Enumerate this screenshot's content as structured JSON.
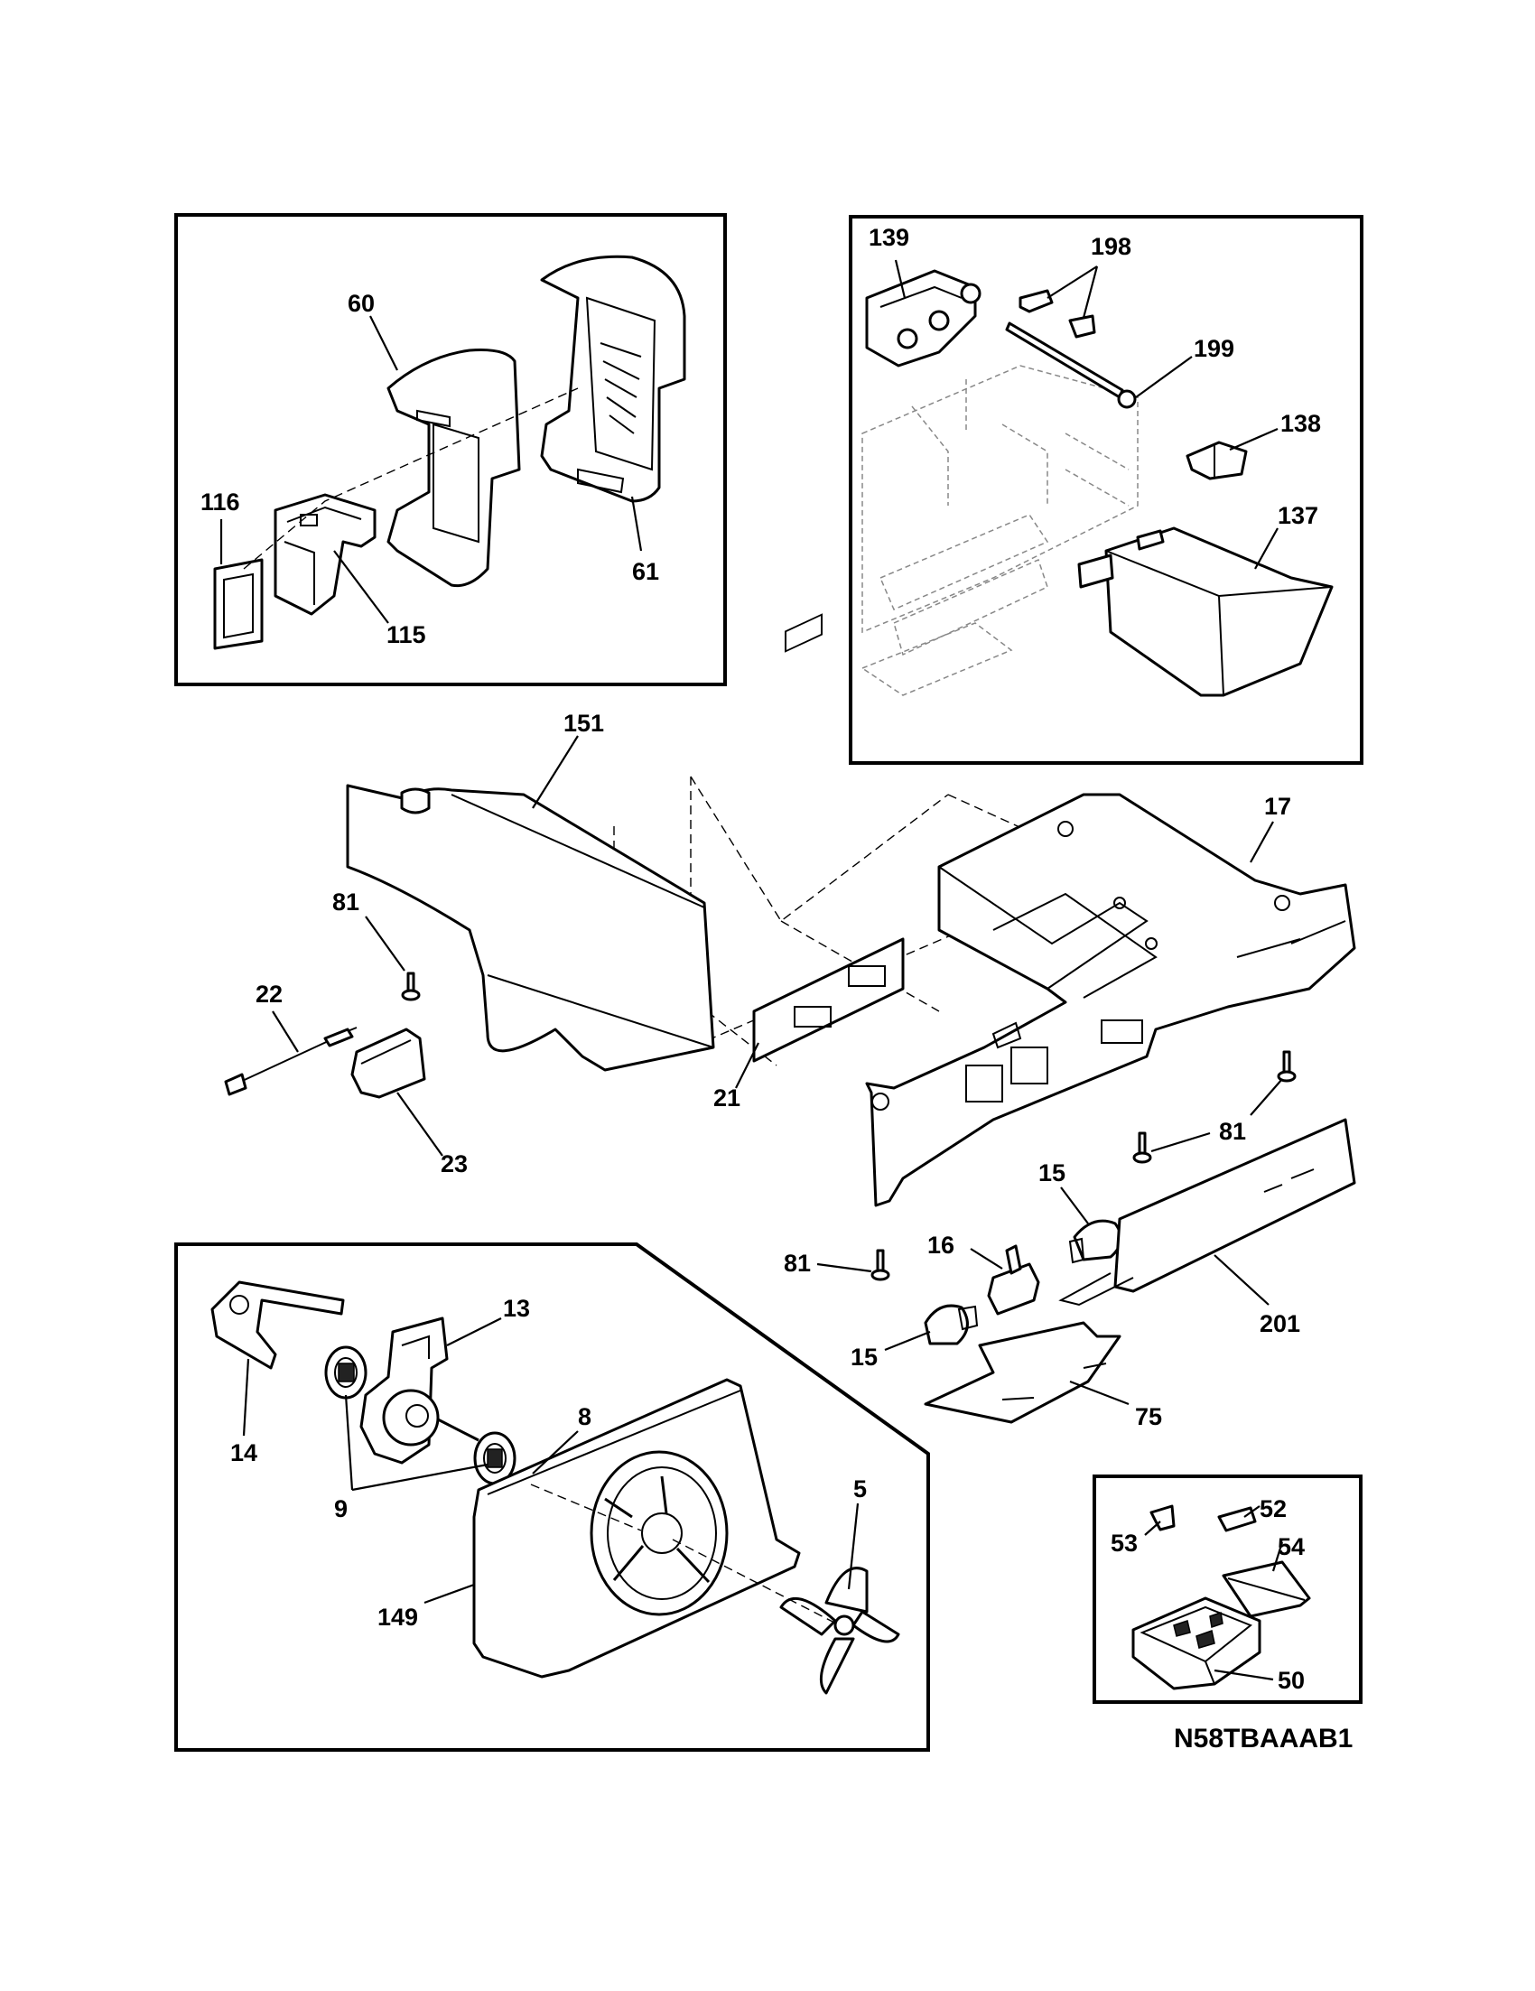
{
  "model_code": "N58TBAAAB1",
  "callouts": {
    "c60": "60",
    "c61": "61",
    "c115": "115",
    "c116": "116",
    "c139": "139",
    "c198": "198",
    "c199": "199",
    "c138": "138",
    "c137": "137",
    "c151": "151",
    "c17": "17",
    "c81a": "81",
    "c81b": "81",
    "c81c": "81",
    "c22": "22",
    "c23": "23",
    "c21": "21",
    "c15a": "15",
    "c15b": "15",
    "c16": "16",
    "c201": "201",
    "c75": "75",
    "c13": "13",
    "c14": "14",
    "c9": "9",
    "c8": "8",
    "c5": "5",
    "c149": "149",
    "c53": "53",
    "c52": "52",
    "c54": "54",
    "c50": "50"
  },
  "colors": {
    "line": "#000000",
    "background": "#ffffff"
  }
}
